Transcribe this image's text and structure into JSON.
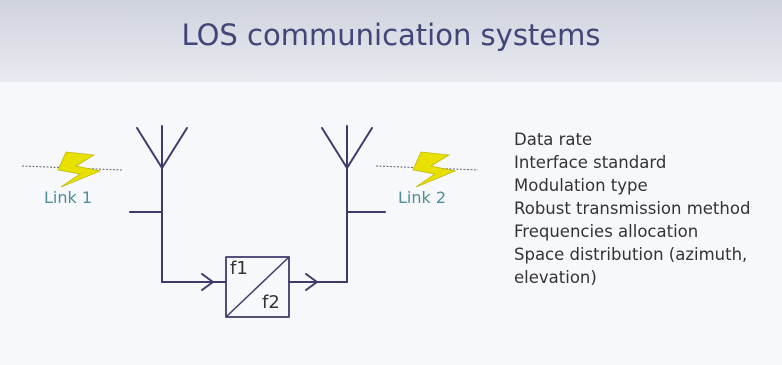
{
  "title": "LOS communication systems",
  "diagram": {
    "link1_label": "Link 1",
    "link2_label": "Link 2",
    "filter_top_label": "f1",
    "filter_bottom_label": "f2",
    "icons": [
      "antenna-icon",
      "lightning-bolt-icon",
      "arrow-right-icon"
    ],
    "colors": {
      "line": "#3d3b6b",
      "bolt": "#e8e100",
      "link_text": "#4f8f96"
    }
  },
  "parameters": [
    "Data rate",
    "Interface standard",
    "Modulation type",
    "Robust transmission method",
    "Frequencies allocation",
    "Space distribution (azimuth,",
    "elevation)"
  ]
}
